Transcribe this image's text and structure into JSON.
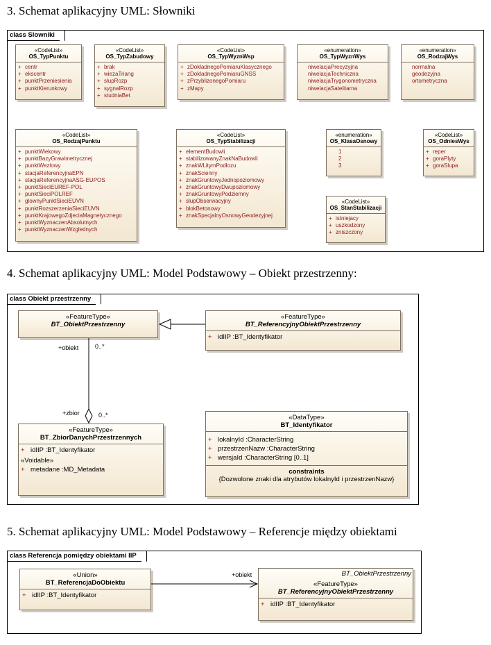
{
  "headings": {
    "h3": "3. Schemat aplikacyjny UML: Słowniki",
    "h4": "4. Schemat aplikacyjny UML: Model Podstawowy – Obiekt przestrzenny:",
    "h5": "5. Schemat aplikacyjny UML: Model Podstawowy – Referencje między obiektami"
  },
  "frames": {
    "f1": "class Slowniki",
    "f2": "class Obiekt przestrzenny",
    "f3": "class Referencja pomiędzy obiektami IIP"
  },
  "dict": {
    "typPunktu": {
      "stereo": "«CodeList»",
      "name": "OS_TypPunktu",
      "attrs": [
        "centr",
        "ekscentr",
        "punktPrzeniesienia",
        "punktKierunkowy"
      ]
    },
    "typZabudowy": {
      "stereo": "«CodeList»",
      "name": "OS_TypZabudowy",
      "attrs": [
        "brak",
        "wiezaTriang",
        "slupRozp",
        "sygnalRozp",
        "studniaBet"
      ]
    },
    "typWyznWsp": {
      "stereo": "«CodeList»",
      "name": "OS_TypWyznWsp",
      "attrs": [
        "zDokladnegoPomiaruKlasycznego",
        "zDokladnegoPomiaruGNSS",
        "zPrzyblizonegoPomiaru",
        "zMapy"
      ]
    },
    "typWyznWys": {
      "stereo": "«enumeration»",
      "name": "OS_TypWyznWys",
      "attrs": [
        "niwelacjaPrecyzyjna",
        "niwelacjaTechniczna",
        "niwelacjaTrygonometryczna",
        "niwelacjaSatelitarna"
      ]
    },
    "rodzajWys": {
      "stereo": "«enumeration»",
      "name": "OS_RodzajWys",
      "attrs": [
        "normalna",
        "geodezyjna",
        "ortometryczna"
      ]
    },
    "rodzajPunktu": {
      "stereo": "«CodeList»",
      "name": "OS_RodzajPunktu",
      "attrs": [
        "punktWiekowy",
        "punktBazyGrawimetrycznej",
        "punktWezlowy",
        "stacjaReferencyjnaEPN",
        "stacjaReferencyjnaASG-EUPOS",
        "punktSieciEUREF-POL",
        "punktSieciPOLREF",
        "glownyPunktSieciEUVN",
        "punktRozszerzeniaSieciEUVN",
        "punktKrajowegoZdjeciaMagnetycznego",
        "punktWyznaczenAbsolutnych",
        "punktWyznaczenWzglednych"
      ]
    },
    "typStabilizacji": {
      "stereo": "«CodeList»",
      "name": "OS_TypStabilizacji",
      "attrs": [
        "elementBudowli",
        "stabilizowanyZnakNaBudowli",
        "znakWLitymPodlozu",
        "znakScienny",
        "znakGruntowyJednopoziomowy",
        "znakGruntowyDwupoziomowy",
        "znakGruntowyPodziemny",
        "slupObserwacyjny",
        "blokBetonowy",
        "znakSpecjalnyOsnowyGeodezyjnej"
      ]
    },
    "klasaOsnowy": {
      "stereo": "«enumeration»",
      "name": "OS_KlasaOsnowy",
      "attrs": [
        "1",
        "2",
        "3"
      ]
    },
    "odniesWys": {
      "stereo": "«CodeList»",
      "name": "OS_OdniesWys",
      "attrs": [
        "reper",
        "goraPlyty",
        "goraSlupa"
      ]
    },
    "stanStabilizacji": {
      "stereo": "«CodeList»",
      "name": "OS_StanStabilizacji",
      "attrs": [
        "istniejacy",
        "uszkodzony",
        "zniszczony"
      ]
    }
  },
  "model": {
    "obiekt": {
      "stereo": "«FeatureType»",
      "name": "BT_ObiektPrzestrzenny"
    },
    "refObiekt": {
      "stereo": "«FeatureType»",
      "name": "BT_ReferencyjnyObiektPrzestrzenny",
      "attr_vis": "+",
      "attr": "idIIP  :BT_Identyfikator"
    },
    "zbior": {
      "stereo": "«FeatureType»",
      "name": "BT_ZbiorDanychPrzestrzennych",
      "attr_vis": "+",
      "attr": "idIIP  :BT_Identyfikator",
      "section": "«Voidable»",
      "attr2_vis": "+",
      "attr2": "metadane  :MD_Metadata"
    },
    "identyfikator": {
      "stereo": "«DataType»",
      "name": "BT_Identyfikator",
      "attrs": [
        {
          "vis": "+",
          "text": "lokalnyId  :CharacterString"
        },
        {
          "vis": "+",
          "text": "przestrzenNazw  :CharacterString"
        },
        {
          "vis": "+",
          "text": "wersjaId  :CharacterString [0..1]"
        }
      ],
      "constraints_title": "constraints",
      "constraint": "{Dozwolone znaki dla atrybutów lokalnyId i przestrzenNazw}"
    },
    "assoc": {
      "role_top": "+obiekt",
      "mult_top": "0..*",
      "role_bottom": "+zbior",
      "mult_bottom": "0..*"
    }
  },
  "ref": {
    "union": {
      "stereo": "«Union»",
      "name": "BT_ReferencjaDoObiektu",
      "attr_vis": "+",
      "attr": "idIIP  :BT_Identyfikator"
    },
    "target": {
      "parent": "BT_ObiektPrzestrzenny",
      "stereo": "«FeatureType»",
      "name": "BT_ReferencyjnyObiektPrzestrzenny",
      "attr_vis": "+",
      "attr": "idIIP  :BT_Identyfikator"
    },
    "role": "+obiekt"
  }
}
